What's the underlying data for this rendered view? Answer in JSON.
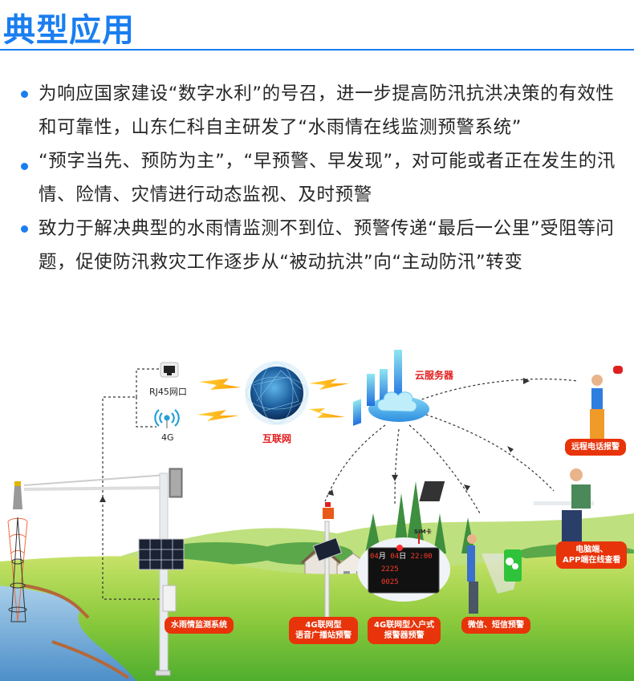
{
  "header": {
    "title": "典型应用",
    "accent_color": "#1a7ef0"
  },
  "bullets": [
    {
      "text": "为响应国家建设“数字水利”的号召，进一步提高防汛抗洪决策的有效性和可靠性，山东仁科自主研发了“水雨情在线监测预警系统”"
    },
    {
      "text": "“预字当先、预防为主”，“早预警、早发现”，对可能或者正在发生的汛情、险情、灾情进行动态监视、及时预警"
    },
    {
      "text": "致力于解决典型的水雨情监测不到位、预警传递“最后一公里”受阻等问题，促使防汛救灾工作逐步从“被动抗洪”向“主动防汛”转变"
    }
  ],
  "diagram": {
    "network": {
      "rj45_label": "RJ45网口",
      "g4_label": "4G",
      "internet_label": "互联网",
      "cloud_label": "云服务器"
    },
    "display_board": {
      "month": "04",
      "month_unit": "月",
      "day": "04",
      "day_unit": "日",
      "time": "22:00",
      "value1": "2225",
      "value2": "0025",
      "sim_label": "SIM卡"
    },
    "tags": {
      "monitor_system": "水雨情监测系统",
      "broadcast_1": "4G联网型",
      "broadcast_2": "语音广播站预警",
      "indoor_1": "4G联网型入户式",
      "indoor_2": "报警器预警",
      "wechat_sms": "微信、短信预警",
      "pc_app_1": "电脑端、",
      "pc_app_2": "APP端在线查看",
      "phone_alarm": "远程电话报警"
    },
    "colors": {
      "tag_bg": "#e8340a",
      "label_red": "#e31b1b",
      "grass": "#7cc43a",
      "water": "#6aa8d8"
    }
  }
}
